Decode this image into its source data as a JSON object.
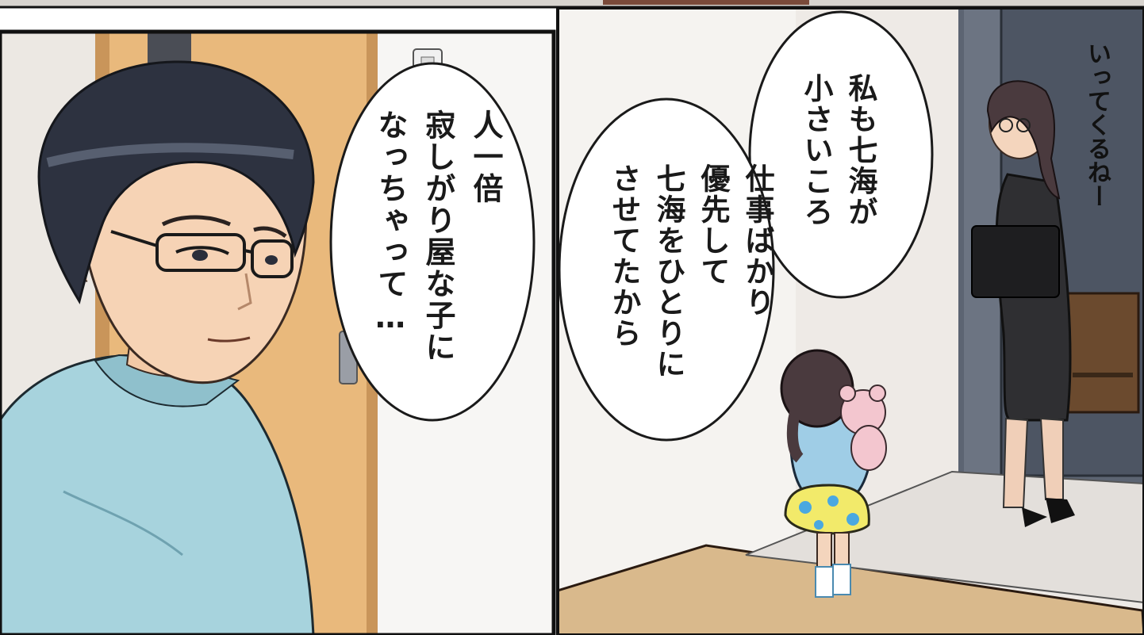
{
  "panels": {
    "left": {
      "speech_bubble": {
        "lines": [
          "人一倍",
          "寂しがり屋な子に",
          "なっちゃって…"
        ]
      }
    },
    "right": {
      "speech_bubble_top": {
        "lines": [
          "私も七海が",
          "小さいころ"
        ]
      },
      "speech_bubble_bottom": {
        "lines": [
          "仕事ばかり",
          "優先して",
          "七海をひとりに",
          "させてたから"
        ]
      },
      "sound_effect": "いってくるねー"
    }
  },
  "colors": {
    "panel_border": "#111111",
    "door_wood": "#e9b97c",
    "shirt": "#a7d3dd",
    "hair": "#2d3240",
    "wall": "#eeeae6",
    "front_door": "#5c6472",
    "floor": "#d9b98c",
    "suit": "#2f2f32",
    "skirt": "#f2ea6a"
  }
}
